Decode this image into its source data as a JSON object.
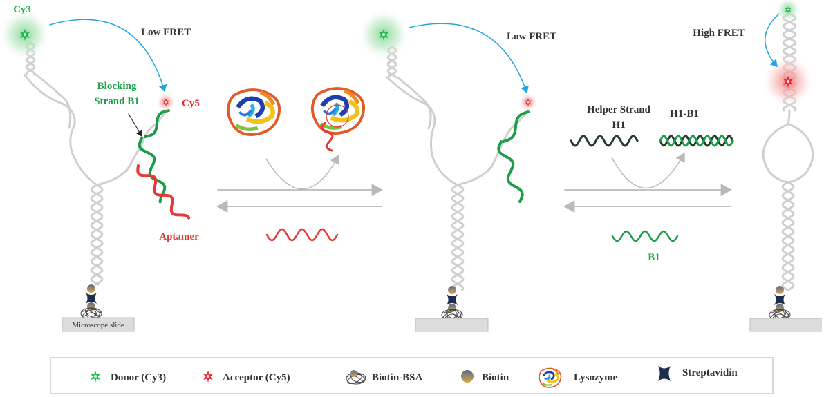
{
  "colors": {
    "donor": "#22b24c",
    "acceptor": "#e8262c",
    "dna": "#cfcfcf",
    "blocking_strand": "#1a9e48",
    "aptamer": "#e53935",
    "helper": "#24382a",
    "arrow_fret": "#29a3dc",
    "reaction_arrow": "#b9b9b9",
    "text_dark": "#333333",
    "streptavidin": "#1f2d4d",
    "biotin_top": "#5a6a8c",
    "biotin_bottom": "#d9a84a",
    "slide": "#dcdcdc"
  },
  "labels": {
    "cy3": "Cy3",
    "cy5": "Cy5",
    "low_fret_1": "Low FRET",
    "low_fret_2": "Low FRET",
    "high_fret": "High FRET",
    "blocking_line1": "Blocking",
    "blocking_line2": "Strand B1",
    "aptamer": "Aptamer",
    "helper_line1": "Helper Strand",
    "helper_line2": "H1",
    "h1b1": "H1-B1",
    "b1": "B1",
    "slide": "Microscope slide"
  },
  "legend": {
    "items": [
      {
        "label": "Donor (Cy3)",
        "icon": "donor-star-icon"
      },
      {
        "label": "Acceptor (Cy5)",
        "icon": "acceptor-star-icon"
      },
      {
        "label": "Biotin-BSA",
        "icon": "biotin-bsa-icon"
      },
      {
        "label": "Biotin",
        "icon": "biotin-icon"
      },
      {
        "label": "Lysozyme",
        "icon": "lysozyme-icon"
      },
      {
        "label": "Streptavidin",
        "icon": "streptavidin-icon"
      }
    ]
  }
}
